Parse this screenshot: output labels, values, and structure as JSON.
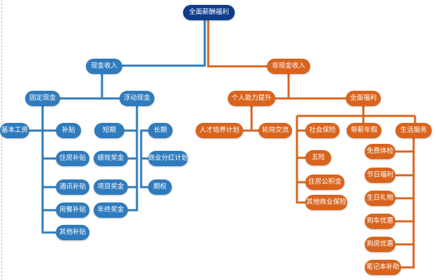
{
  "colors": {
    "cash": "#2f7bbd",
    "noncash": "#d9641e",
    "root": "#0e3d8e"
  },
  "root": "全面薪酬福利",
  "cash": {
    "label": "现金收入",
    "fixed": {
      "label": "固定现金",
      "items": [
        "基本工资",
        "补贴",
        "住房补贴",
        "通讯补贴",
        "用餐补贴",
        "其他补贴"
      ]
    },
    "floating": {
      "label": "浮动现金",
      "short": {
        "label": "短期",
        "items": [
          "绩效奖金",
          "项目奖金",
          "年终奖金"
        ]
      },
      "long": {
        "label": "长期",
        "items": [
          "商业分红计划",
          "期权"
        ]
      }
    }
  },
  "noncash": {
    "label": "非现金收入",
    "growth": {
      "label": "个人能力提升",
      "items": [
        "人才培养计划",
        "轮岗交流"
      ]
    },
    "welfare": {
      "label": "全面福利",
      "insurance": {
        "label": "社会保险",
        "items": [
          "五险",
          "住房公积金",
          "其他商业保险"
        ]
      },
      "leave": {
        "label": "带薪年假"
      },
      "life": {
        "label": "生活服务",
        "items": [
          "免费体检",
          "节日福利",
          "生日礼物",
          "购车优惠",
          "购房优惠",
          "笔记本补助"
        ]
      }
    }
  }
}
